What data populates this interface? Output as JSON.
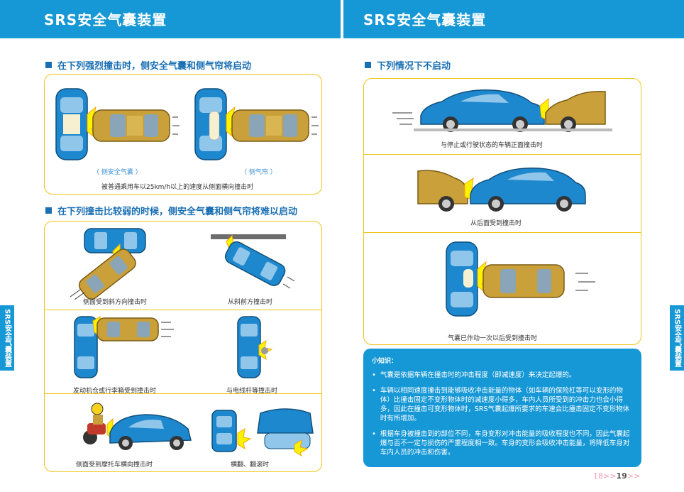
{
  "left_page": {
    "title": "SRS安全气囊装置",
    "section1": {
      "title": "在下列强烈撞击时，侧安全气囊和侧气帘将启动",
      "label_airbag": "（ 侧安全气囊 ）",
      "label_curtain": "（ 侧气帘 ）",
      "caption": "被普通乘用车以25km/h以上的速度从侧面横向撞击时"
    },
    "section2": {
      "title": "在下列撞击比较弱的时候，侧安全气囊和侧气帘将难以启动",
      "captions": [
        "侧面受到斜方向撞击时",
        "从斜前方撞击时",
        "发动机仓或行李箱受到撞击时",
        "与电线杆等撞击时",
        "侧面受到摩托车横向撞击时",
        "横翻、翻滚时"
      ]
    },
    "side_tab": "SRS安全气囊装置"
  },
  "right_page": {
    "title": "SRS安全气囊装置",
    "section1": {
      "title": "下列情况下不启动",
      "captions": [
        "与停止或行驶状态的车辆正面撞击时",
        "从后面受到撞击时",
        "气囊已作动一次以后受到撞击时"
      ]
    },
    "tips": {
      "heading": "小知识：",
      "items": [
        "气囊是依据车辆在撞击时的冲击程度（即减速度）来决定起爆的。",
        "车辆以相同速度撞击到能够吸收冲击能量的物体（如车辆的保险杠等可以变形的物体）比撞击固定不变形物体时的减速度小得多，车内人员所受到的冲击力也会小得多，因此在撞击可变形物体时，SRS气囊起爆所要求的车速会比撞击固定不变形物体时有所增加。",
        "根据车身被撞击到的部位不同，车身变形对冲击能量的吸收程度也不同，因此气囊起爆与否不一定与损伤的严重程度相一致。车身的变形会吸收冲击能量，将降低车身对车内人员的冲击和伤害。"
      ]
    },
    "side_tab": "SRS安全气囊装置",
    "page_prefix": "18>>",
    "page_current": "19",
    "page_suffix": ">>"
  },
  "colors": {
    "brand_blue": "#1798d6",
    "panel_border": "#f0c419",
    "car_blue": "#1e88cf",
    "car_gold": "#c9a03a"
  }
}
